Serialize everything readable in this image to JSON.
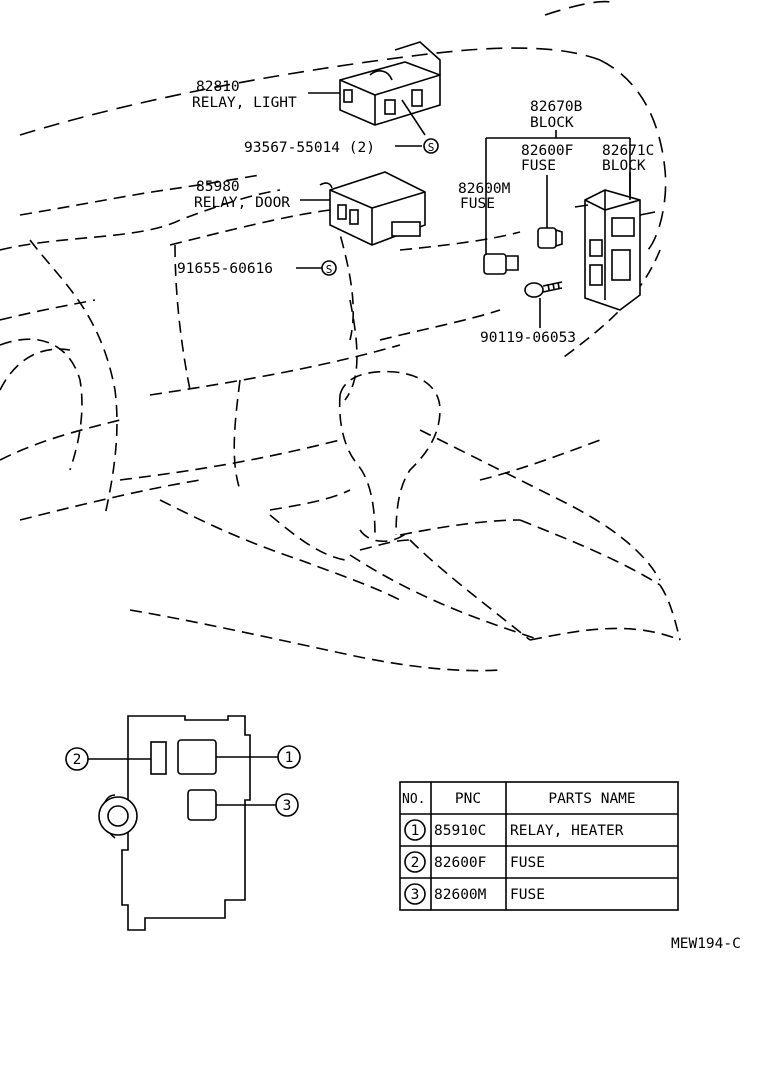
{
  "labels": {
    "relay_light_pn": "82810",
    "relay_light_name": "RELAY, LIGHT",
    "screw1": "93567-55014 (2)",
    "screw_symbol": "S",
    "relay_door_pn": "85980",
    "relay_door_name": "RELAY, DOOR",
    "screw2": "91655-60616",
    "block_b_pn": "82670B",
    "block_b_name": "BLOCK",
    "fuse_f_pn": "82600F",
    "fuse_f_name": "FUSE",
    "block_c_pn": "82671C",
    "block_c_name": "BLOCK",
    "fuse_m_pn": "82600M",
    "fuse_m_name": "FUSE",
    "bolt": "90119-06053"
  },
  "callouts": [
    "1",
    "2",
    "3"
  ],
  "table": {
    "headers": [
      "NO.",
      "PNC",
      "PARTS NAME"
    ],
    "rows": [
      {
        "no": "1",
        "pnc": "85910C",
        "name": "RELAY, HEATER"
      },
      {
        "no": "2",
        "pnc": "82600F",
        "name": "FUSE"
      },
      {
        "no": "3",
        "pnc": "82600M",
        "name": "FUSE"
      }
    ]
  },
  "diagram_code": "MEW194-C"
}
